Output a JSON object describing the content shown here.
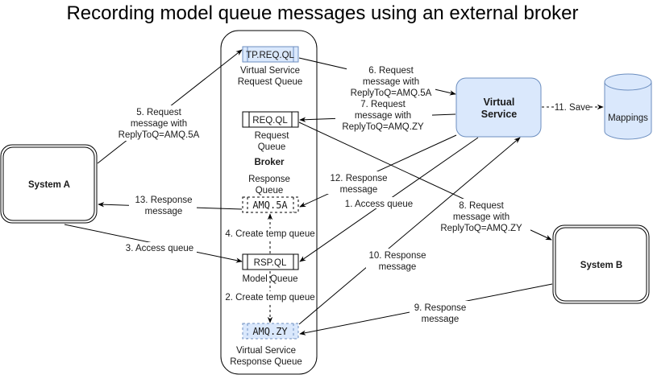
{
  "title": "Recording model queue messages using an external broker",
  "colors": {
    "accent_fill": "#dae8fc",
    "accent_stroke": "#6c8ebf",
    "line": "#000000",
    "background": "#ffffff"
  },
  "broker": {
    "label": "Broker"
  },
  "queues": {
    "tp_req": {
      "name": "TP.REQ.QL",
      "caption_line1": "Virtual Service",
      "caption_line2": "Request Queue"
    },
    "req": {
      "name": "REQ.QL",
      "caption_line1": "Request",
      "caption_line2": "Queue"
    },
    "amq5a": {
      "name": "AMQ.5A",
      "caption_line1": "Response",
      "caption_line2": "Queue"
    },
    "rsp": {
      "name": "RSP.QL",
      "caption_line1": "Model Queue"
    },
    "amqzy": {
      "name": "AMQ.ZY",
      "caption_line1": "Virtual Service",
      "caption_line2": "Response Queue"
    }
  },
  "nodes": {
    "system_a": "System A",
    "system_b": "System B",
    "virtual_service_line1": "Virtual",
    "virtual_service_line2": "Service",
    "mappings": "Mappings"
  },
  "edges": {
    "e1": "1. Access queue",
    "e2": "2. Create temp queue",
    "e3": "3. Access queue",
    "e4": "4. Create temp queue",
    "e5": [
      "5. Request",
      "message with",
      "ReplyToQ=AMQ.5A"
    ],
    "e6": [
      "6. Request",
      "message with",
      "ReplyToQ=AMQ.5A"
    ],
    "e7": [
      "7. Request",
      "message with",
      "ReplyToQ=AMQ.ZY"
    ],
    "e8": [
      "8. Request",
      "message with",
      "ReplyToQ=AMQ.ZY"
    ],
    "e9": [
      "9. Response",
      "message"
    ],
    "e10": [
      "10. Response",
      "message"
    ],
    "e11": "11. Save",
    "e12": [
      "12. Response",
      "message"
    ],
    "e13": [
      "13. Response",
      "message"
    ]
  }
}
